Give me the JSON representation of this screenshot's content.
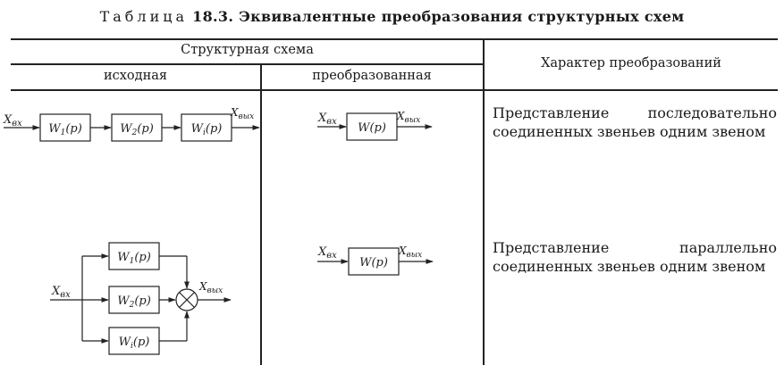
{
  "table_title_label": "Таблица",
  "table_title_rest": "18.3. Эквивалентные преобразования структурных схем",
  "headers": {
    "structural_scheme": "Структурная схема",
    "original": "исходная",
    "transformed": "преобразованная",
    "character": "Характер преобразований"
  },
  "rows": [
    {
      "original_diagram": {
        "input": "X",
        "input_sub": "вх",
        "output": "X",
        "output_sub": "вых",
        "blocks": [
          {
            "f": "W",
            "sub": "1",
            "arg": "(p)"
          },
          {
            "f": "W",
            "sub": "2",
            "arg": "(p)"
          },
          {
            "f": "W",
            "sub": "i",
            "arg": "(p)"
          }
        ]
      },
      "transformed_diagram": {
        "input": "X",
        "input_sub": "вх",
        "output": "X",
        "output_sub": "вых",
        "block": "W(p)"
      },
      "description": "Представление последовательно соединенных звеньев одним звеном"
    },
    {
      "original_diagram": {
        "input": "X",
        "input_sub": "вх",
        "output": "X",
        "output_sub": "вых",
        "blocks": [
          {
            "f": "W",
            "sub": "1",
            "arg": "(p)"
          },
          {
            "f": "W",
            "sub": "2",
            "arg": "(p)"
          },
          {
            "f": "W",
            "sub": "i",
            "arg": "(p)"
          }
        ]
      },
      "transformed_diagram": {
        "input": "X",
        "input_sub": "вх",
        "output": "X",
        "output_sub": "вых",
        "block": "W(p)"
      },
      "description": "Представление параллельно соединенных звеньев одним звеном"
    }
  ]
}
